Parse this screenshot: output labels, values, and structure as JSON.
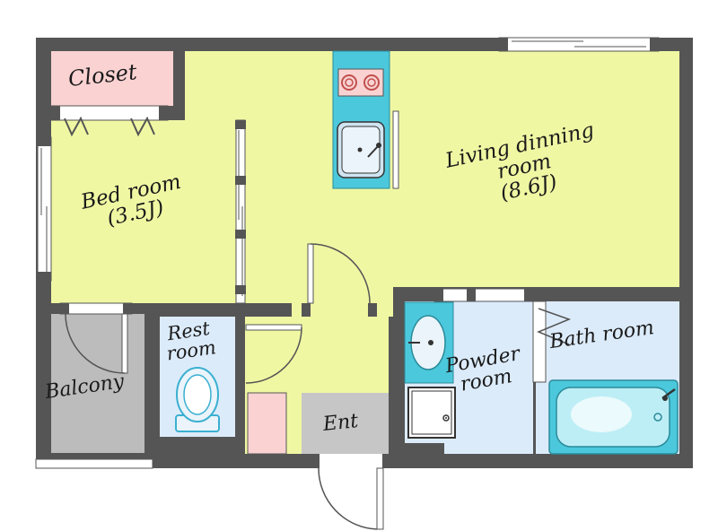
{
  "rooms": {
    "closet": {
      "name": "Closet"
    },
    "bedroom": {
      "name": "Bed room",
      "size": "(3.5J)"
    },
    "living": {
      "name_line1": "Living dinning",
      "name_line2": "room",
      "size": "(8.6J)"
    },
    "restroom": {
      "name_line1": "Rest",
      "name_line2": "room"
    },
    "balcony": {
      "name": "Balcony"
    },
    "powder": {
      "name_line1": "Powder",
      "name_line2": "room"
    },
    "bath": {
      "name": "Bath room"
    },
    "entrance": {
      "name": "Ent"
    }
  },
  "colors": {
    "wall": "#555555",
    "living_floor": "#f0f7a3",
    "closet_floor": "#fad2d2",
    "kitchen": "#4cc8dc",
    "wet_area": "#dcebfa",
    "balcony_floor": "#bcbcbc",
    "entrance_floor": "#c6c6c6"
  }
}
